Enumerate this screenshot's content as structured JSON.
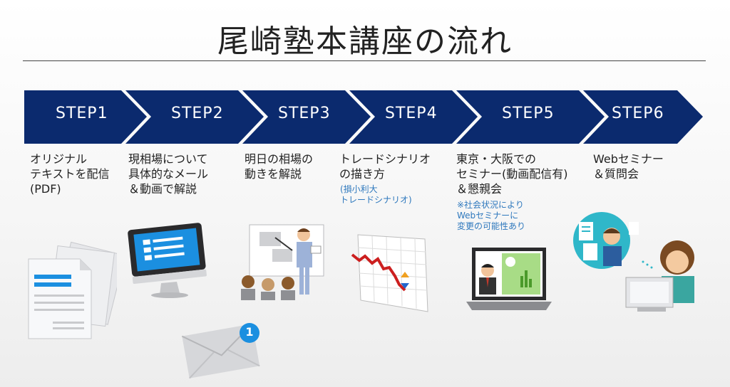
{
  "title": "尾崎塾本講座の流れ",
  "steps": [
    {
      "label": "STEP1",
      "lines": [
        "オリジナル",
        "テキストを配信",
        "(PDF)"
      ]
    },
    {
      "label": "STEP2",
      "lines": [
        "現相場について",
        "具体的なメール",
        "＆動画で解説"
      ]
    },
    {
      "label": "STEP3",
      "lines": [
        "明日の相場の",
        "動きを解説"
      ]
    },
    {
      "label": "STEP4",
      "lines": [
        "トレードシナリオ",
        "の描き方"
      ],
      "note": [
        "(損小利大",
        "トレードシナリオ)"
      ]
    },
    {
      "label": "STEP5",
      "lines": [
        "東京・大阪での",
        "セミナー(動画配信有)",
        "＆懇親会"
      ],
      "note": [
        "※社会状況により",
        "Webセミナーに",
        "変更の可能性あり"
      ]
    },
    {
      "label": "STEP6",
      "lines": [
        "Webセミナー",
        "＆質問会"
      ]
    }
  ],
  "mail_badge": "1",
  "colors": {
    "chevron": "#0b2a6e",
    "note": "#2e78bd",
    "accent": "#1b8fe0"
  },
  "icons": [
    "document-stack-icon",
    "computer-monitor-icon",
    "mail-envelope-icon",
    "lecture-presentation-icon",
    "falling-chart-icon",
    "laptop-seminar-icon",
    "web-call-icon"
  ]
}
